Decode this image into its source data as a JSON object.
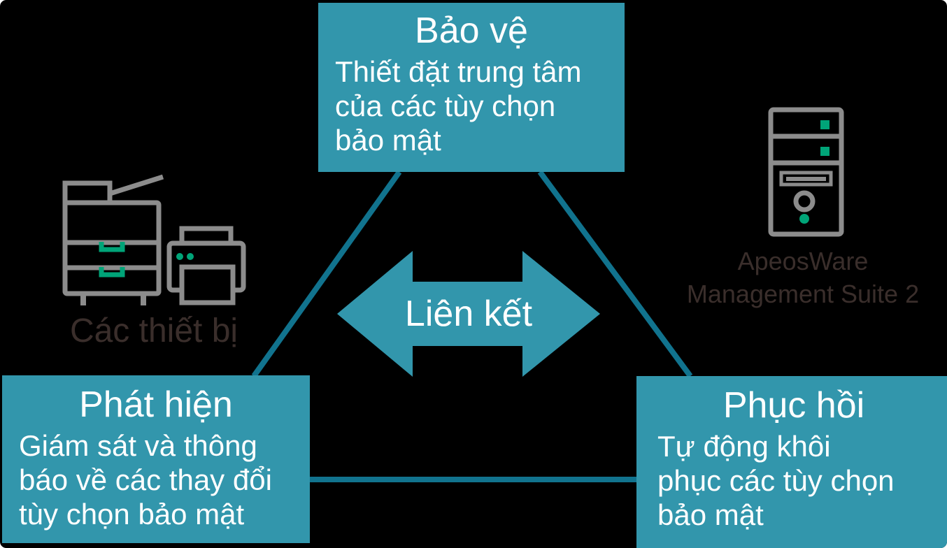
{
  "colors": {
    "canvas_background": "#000000",
    "page_background": "#ffffff",
    "box_fill": "#3296AC",
    "triangle_line": "#11738E",
    "icon_gray": "#8C8C8C",
    "icon_green": "#00A478",
    "label_dark": "#3A2E2B",
    "box_text": "#ffffff"
  },
  "nodes": {
    "protect": {
      "title": "Bảo vệ",
      "lines": [
        "Thiết đặt trung tâm",
        "của các tùy chọn",
        "bảo mật"
      ]
    },
    "detect": {
      "title": "Phát hiện",
      "lines": [
        "Giám sát và thông",
        "báo về các thay đổi",
        "tùy chọn bảo mật"
      ]
    },
    "restore": {
      "title": "Phục hồi",
      "lines": [
        "Tự động khôi",
        "phục các tùy chọn",
        "bảo mật"
      ]
    }
  },
  "link": {
    "label": "Liên kết"
  },
  "devices": {
    "label": "Các thiết bị"
  },
  "server": {
    "label_line1": "ApeosWare",
    "label_line2": "Management Suite 2"
  },
  "icons": {
    "copier": "copier-icon",
    "printer": "printer-icon",
    "server": "server-tower-icon",
    "arrow": "double-headed-arrow"
  }
}
